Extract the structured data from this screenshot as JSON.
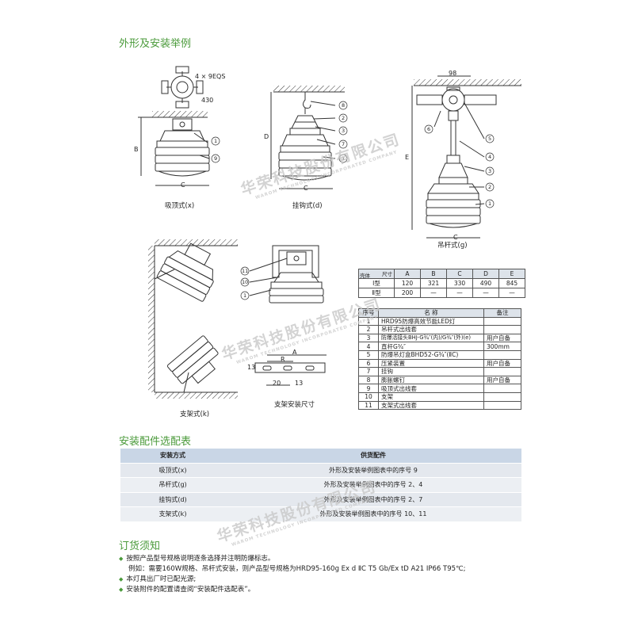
{
  "section1_title": "外形及安装举例",
  "section2_title": "安装配件选配表",
  "section3_title": "订货须知",
  "drawing_labels": {
    "eqs": "4 × 9EQS",
    "d430": "430",
    "d98": "98",
    "B": "B",
    "D": "D",
    "E": "E",
    "C": "C",
    "A": "A",
    "R": "R",
    "n13a": "13",
    "n13b": "13",
    "n20": "20",
    "callouts": [
      "1",
      "9",
      "8",
      "2",
      "3",
      "1",
      "5",
      "6",
      "4",
      "3",
      "2",
      "1",
      "11",
      "10",
      "1"
    ]
  },
  "captions": {
    "x": "吸顶式(x)",
    "d": "挂钩式(d)",
    "g": "吊杆式(g)",
    "k": "支架式(k)",
    "mount": "支架安装尺寸"
  },
  "dim_table": {
    "corner_top": "尺寸",
    "corner_bottom": "壳体",
    "headers": [
      "A",
      "B",
      "C",
      "D",
      "E"
    ],
    "rows": [
      {
        "type": "Ⅰ型",
        "values": [
          "120",
          "321",
          "330",
          "490",
          "845"
        ]
      },
      {
        "type": "Ⅱ型",
        "values": [
          "200",
          "—",
          "—",
          "—",
          "—"
        ]
      }
    ]
  },
  "parts_table": {
    "headers": [
      "序号",
      "名  称",
      "备注"
    ],
    "rows": [
      {
        "no": "1",
        "name": "HRD95防爆高效节能LED灯",
        "note": ""
      },
      {
        "no": "2",
        "name": "吊杆式出线套",
        "note": ""
      },
      {
        "no": "3",
        "name": "防爆活接头BHJ-G¾″(内)/G¾″(外)(e)",
        "note": "用户自备"
      },
      {
        "no": "4",
        "name": "直杆G¾″",
        "note": "300mm"
      },
      {
        "no": "5",
        "name": "防爆吊灯盒BHD52-G¾″(ⅡC)",
        "note": ""
      },
      {
        "no": "6",
        "name": "压紧装置",
        "note": "用户自备"
      },
      {
        "no": "7",
        "name": "挂钩",
        "note": ""
      },
      {
        "no": "8",
        "name": "膨胀螺钉",
        "note": "用户自备"
      },
      {
        "no": "9",
        "name": "吸顶式出线套",
        "note": ""
      },
      {
        "no": "10",
        "name": "支架",
        "note": ""
      },
      {
        "no": "11",
        "name": "支架式出线套",
        "note": ""
      }
    ]
  },
  "accessory_table": {
    "headers": [
      "安装方式",
      "供货配件"
    ],
    "rows": [
      {
        "mode": "吸顶式(x)",
        "parts": "外形及安装举例图表中的序号 9"
      },
      {
        "mode": "吊杆式(g)",
        "parts": "外形及安装举例图表中的序号 2、4"
      },
      {
        "mode": "挂钩式(d)",
        "parts": "外形及安装举例图表中的序号 2、7"
      },
      {
        "mode": "支架式(k)",
        "parts": "外形及安装举例图表中的序号 10、11"
      }
    ]
  },
  "notes": [
    "按照产品型号规格说明逐条选择并注明防爆标志。",
    "例如：需要160W规格、吊杆式安装，则产品型号规格为HRD95-160g  Ex d ⅡC T5 Gb/Ex tD A21 IP66 T95℃;",
    "本灯具出厂时已配光源;",
    "安装附件的配置请查阅“安装配件选配表”。"
  ],
  "note_bullet": "◆",
  "watermark": {
    "cn": "华荣科技股份有限公司",
    "en": "WAROM TECHNOLOGY INCORPORATED COMPANY"
  },
  "colors": {
    "accent_green": "#4a9a3a",
    "table_header": "#c9d6e6",
    "watermark": "#c9c9c9"
  }
}
